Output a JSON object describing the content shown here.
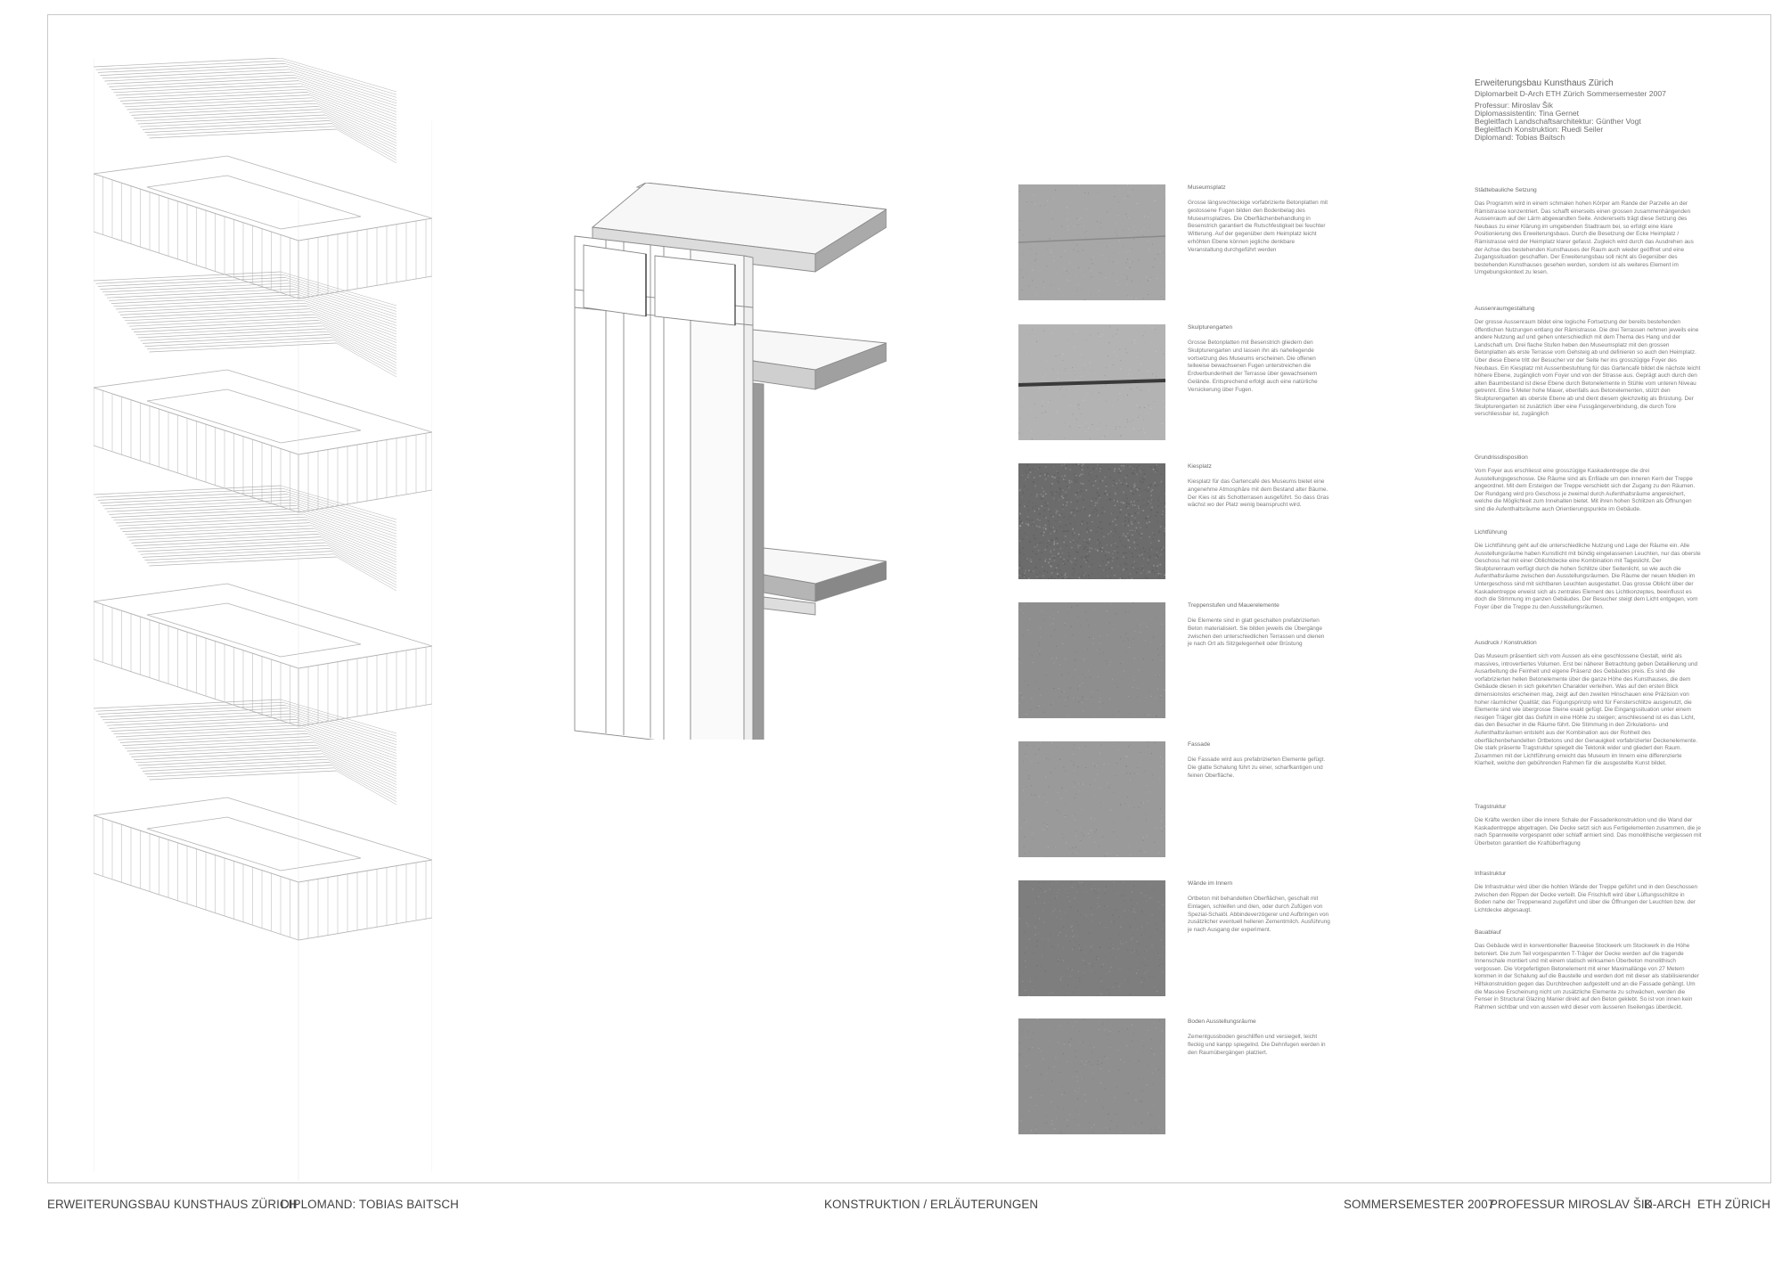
{
  "header": {
    "project": "Erweiterungsbau Kunsthaus Zürich",
    "thesis": "Diplomarbeit D-Arch ETH Zürich Sommersemester 2007",
    "credits": [
      "Professur: Miroslav Šik",
      "Diplomassistentin: Tina Gernet",
      "Begleitfach Landschaftsarchitektur: Günther Vogt",
      "Begleitfach Konstruktion: Ruedi Seiler",
      "Diplomand: Tobias Baitsch"
    ]
  },
  "materials": [
    {
      "title": "Museumsplatz",
      "text": "Grosse längsrechteckige vorfabrizierte Betonplatten mit gestossene Fugen bilden den Bodenbelag des Museumsplatzes. Die Oberflächenbehandlung in Besenstrich garantiert die Rutschfestigkeit bei feuchter Witterung. Auf der gegenüber dem Heimplatz leicht erhöhten Ebene können jegliche denkbare Veranstaltung durchgeführt werden",
      "shade": "#a7a7a7"
    },
    {
      "title": "Skulpturengarten",
      "text": "Grosse Betonplatten mit Besenstrich gliedern den Skulpturengarten und lassen ihn als naheliegende vortsetzung des Museums erscheinen. Die offenen teilweise bewachsenen Fugen unterstreichen die Erdverbundenheit der Terrasse über gewachsenem Gelände. Entsprechend erfolgt auch eine natürliche Versickerung über Fugen.",
      "shade": "#b3b3b3"
    },
    {
      "title": "Kiesplatz",
      "text": "Kiesplatz für das Gartencafé des Museums bietet eine angenehme Atmosphäre mit dem Bestand alter Bäume. Der Kies ist als Schotterrasen ausgeführt. So dass Gras wächst wo der Platz wenig beansprucht wird.",
      "shade": "#6c6c6c"
    },
    {
      "title": "Treppenstufen und Mauerelemente",
      "text": "Die Elemente sind in glatt geschalten prefabrizierten Beton materialisiert. Sie bilden jeweils die Übergänge zwischen den unterschiedlichen Terrassen und dienen je nach Ort als Sitzgelegenheit oder Brüstung",
      "shade": "#8e8e8e"
    },
    {
      "title": "Fassade",
      "text": "Die Fassade wird aus prefabrizierten Elemente gefügt. Die glatte Schalung führt zu einer, scharfkantigen und feinen Oberfläche.",
      "shade": "#9a9a9a"
    },
    {
      "title": "Wände im Innern",
      "text": "Ortbeton mit behandelten Oberflächen, geschalt mit Einlagen, schleifen und ölen, oder durch Zufügen von Spezial-Schalöl. Abbindeverzögerer und Aufbringen von zusätzlicher eventuell helleren Zementmilch. Ausführung je nach Ausgang der experiment.",
      "shade": "#7e7e7e"
    },
    {
      "title": "Boden Ausstellungsräume",
      "text": "Zementgussboden geschliffen und versiegelt, leicht fleckig und kanpp spiegelnd. Die Dehnfugen werden in den Raumübergängen platziert.",
      "shade": "#8f8f8f"
    }
  ],
  "sections": [
    {
      "title": "Städtebauliche Setzung",
      "text": "Das Programm wird in einem schmalen hohen Körper am Rande der Parzelle an der Rämistrasse konzentriert. Das schafft einerseits einen grossen zusammenhängenden Aussenraum auf der Lärm abgewandten Seite. Andererseits trägt diese Setzung des Neubaus zu einer Klärung im umgebenden Stadtraum bei, so erfolgt eine klare Positionierung des Erweiterungsbaus. Durch die Besetzung der Ecke Heimplatz / Rämistrasse wird der Heimplatz klarer gefasst. Zugleich wird durch das Ausdrehen aus der Achse des bestehenden Kunsthauses der Raum auch wieder geöffnet und eine Zugangssituation geschaffen. Der Erweiterungsbau soll nicht als Gegenüber des bestehenden Kunsthauses gesehen werden, sondern ist als weiteres Element im Umgebungskontext zu lesen."
    },
    {
      "title": "Aussenraumgestaltung",
      "text": "Der grosse Aussenraum bildet eine logische Fortsetzung der bereits bestehenden öffentlichen Nutzungen entlang der Rämistrasse. Die drei Terrassen nehmen jeweils eine andere Nutzung auf und gehen unterschiedlich mit dem Thema des Hang und der Landschaft um. Drei flache Stufen heben den Museumsplatz mit den grossen Betonplatten als erste Terrasse vom Gehsteig ab und definieren so auch den Heimplatz. Über diese Ebene tritt der Besucher vor der Seite her ins grosszügige Foyer des Neubaus. Ein Kiesplatz mit Aussenbestuhlung für das Gartencafé bildet die nächste leicht höhere Ebene, zugänglich vom Foyer und von der Strasse aus. Geprägt auch durch den alten Baumbestand ist diese Ebene durch Betonelemente in Stühle vom unteren Niveau getrennt. Eine 5 Meter hohe Mauer, ebenfalls aus Betonelementen, stützt den Skulpturengarten als oberste Ebene ab und dient diesem gleichzeitig als Brüstung. Der Skulpturengarten ist zusätzlich über eine Fussgängerverbindung, die durch Tore verschliessbar ist, zugänglich"
    },
    {
      "title": "Grundrissdisposition",
      "text": "Vom Foyer aus erschliesst eine grosszügige Kaskadentreppe die drei Ausstellungsgeschosse. Die Räume sind als Enfilade um den inneren Kern der Treppe angeordnet. Mit dem Ersteigen der Treppe verschiebt sich der Zugang zu den Räumen. Der Rundgang wird pro Geschoss je zweimal durch Aufenthaltsräume angereichert, welche die Möglichkeit zum Innehalten bietet. Mit ihren hohen Schlitzen als Öffnungen sind die Aufenthaltsräume auch Orientierungspunkte im Gebäude."
    },
    {
      "title": "Lichtführung",
      "text": "Die Lichtführung geht auf die unterschiedliche Nutzung und Lage der Räume ein. Alle Ausstellungsräume haben Kunstlicht mit bündig eingelassenen Leuchten, nur das oberste Geschoss hat mit einer Oblichtdecke eine Kombination mit Tageslicht. Der Skulpturenraum verfügt durch die hohen Schlitze über Seitenlicht, so wie auch die Aufenthaltsräume zwischen den Ausstellungsräumen. Die Räume der neuen Medien im Untergeschoss sind mit sichtbaren Leuchten ausgestattet. Das grosse Oblicht über der Kaskadentreppe erweist sich als zentrales Element des Lichtkonzeptes, beeinflusst es doch die Stimmung im ganzen Gebäudes. Der Besucher steigt dem Licht entgegen, vom Foyer über die Treppe zu den Ausstellungsräumen."
    },
    {
      "title": "Ausdruck / Konstruktion",
      "text": "Das Museum präsentiert sich vom Aussen als eine geschlossene Gestalt, wirkt als massives, introvertiertes Volumen. Erst bei näherer Betrachtung geben Detaillierung und Ausarbeitung die Feinheit und eigene Präsenz des Gebäudes preis. Es sind die vorfabrizierten hellen Betonelemente über die ganze Höhe des Kunsthauses, die dem Gebäude diesen in sich gekehrten Charakter verleihen. Was auf den ersten Blick dimensionslos erscheinen mag, zeigt auf den zweiten Hinschauen eine Präzision von hoher räumlicher Qualität; das Fügungsprinzip wird für Fensterschlitze ausgenutzt, die Elemente sind wie übergrosse Steine exakt gefügt. Die Eingangssituation unter einem riesigen Träger gibt das Gefühl in eine Höhle zu steigen; anschliessend ist es das Licht, das den Besucher in die Räume führt. Die Stimmung in den Zirkulations- und Aufenthaltsräumen entsteht aus der Kombination aus der Rohheit des oberflächenbehandelten Ortbetons und der Genauigkeit vorfabrizierter Deckenelemente. Die stark präsente Tragstruktur spiegelt die Tektonik wider und gliedert den Raum. Zusammen mit der Lichtführung erreicht das Museum im Innern eine differenzierte Klarheit, welche den gebührenden Rahmen für die ausgestellte Kunst bildet."
    },
    {
      "title": "Tragstruktur",
      "text": "Die Kräfte werden über die innere Schale der Fassadenkonstruktion und die Wand der Kaskadentreppe abgetragen. Die Decke setzt sich aus Fertigelementen zusammen, die je nach Spannweite vorgespannt oder schlaff armiert sind. Das monolithische vergiessen mit Überbeton garantiert die Kraftüberfragung"
    },
    {
      "title": "Infrastruktur",
      "text": "Die Infrastruktur wird über die hohlen Wände der Treppe geführt und in den Geschossen zwischen den Rippen der Decke verteilt. Die Frischluft wird über Lüftungsschlitze in Boden nahe der Treppenwand zugeführt und über die Öffnungen der Leuchten bzw. der Lichtdecke abgesaugt."
    },
    {
      "title": "Bauablauf",
      "text": "Das Gebäude wird in konventioneller Bauweise Stockwerk um Stockwerk in die Höhe betoniert. Die zum Teil vorgespannten T-Träger der Decke werden auf die tragende Innenschale montiert und mit einem statisch wirksamen Überbeton monolithisch vergossen. Die Vorgefertigten Betonelement mit einer Maximallänge von 27 Metern kommen in der Schalung auf die Baustelle und werden dort mit dieser als stabilisierender Hilfskonstruktion gegen das Durchbrechen aufgestellt und an die Fassade gehängt. Um die Massive Erscheinung nicht um zusätzliche Elemente zu schwächen, werden die Fenser in Structural Glazing Manier direkt auf den Beton geklebt. So ist von innen kein Rahmen sichtbar und von aussen wird dieser vom äusseren Ilseilengas überdeckt."
    }
  ],
  "footer": {
    "project": "ERWEITERUNGSBAU KUNSTHAUS ZÜRICH",
    "student": "DIPLOMAND: TOBIAS BAITSCH",
    "center": "KONSTRUKTION / ERLÄUTERUNGEN",
    "semester": "SOMMERSEMESTER 2007",
    "professor": "PROFESSUR MIROSLAV ŠIK",
    "dept": "D-ARCH",
    "school": "ETH ZÜRICH"
  },
  "colors": {
    "line": "#9a9a9a",
    "frame": "#c9c9c9",
    "text": "#555555"
  }
}
